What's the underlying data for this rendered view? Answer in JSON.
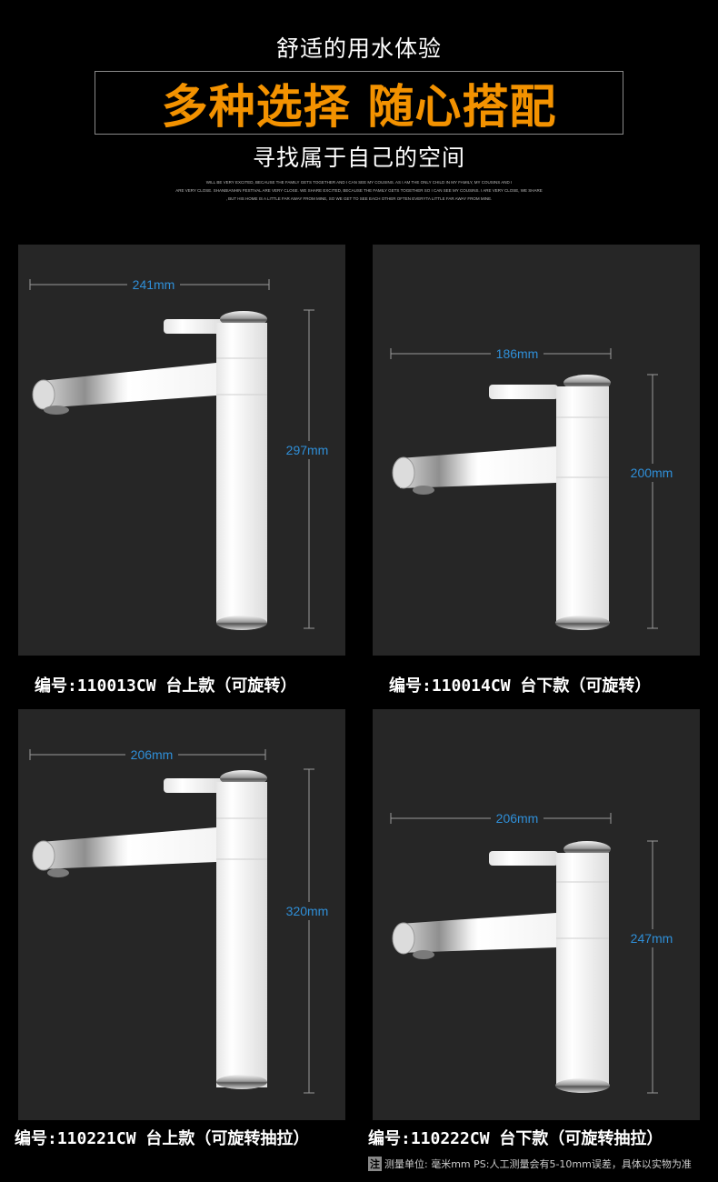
{
  "header": {
    "top_line": "舒适的用水体验",
    "main_title": "多种选择  随心搭配",
    "subtitle": "寻找属于自己的空间",
    "fine_text": [
      "WILL BE VERY EXCITED, BECAUSE THE FAMILY GETS TOGETHER AND I CAN SEE MY COUSINS. AS I AM THE ONLY CHILD IN MY FAMILY, MY COUSINS AND I",
      "ARE VERY CLOSE. SHANBIANHIN FESTIVAL ARE VERY CLOSE. WE SHARE EXCITED, BECAUSE THE FAMILY GETS TOGETHER SO I CAN SEE MY COUSINS. I ARE VERY CLOSE, WE SHARE",
      ", BUT HIS HOME IS A LITTLE FAR AWAY FROM MINE, SO WE GET TO SEE EACH OTHER OFTEN EVERYTA LITTLE FAR AWAY FROM MINE."
    ]
  },
  "products": [
    {
      "width_label": "241mm",
      "height_label": "297mm",
      "caption": "编号:110013CW  台上款（可旋转）"
    },
    {
      "width_label": "186mm",
      "height_label": "200mm",
      "caption": "编号:110014CW  台下款（可旋转）"
    },
    {
      "width_label": "206mm",
      "height_label": "320mm",
      "caption": "编号:110221CW  台上款（可旋转抽拉）"
    },
    {
      "width_label": "206mm",
      "height_label": "247mm",
      "caption": "编号:110222CW  台下款（可旋转抽拉）"
    }
  ],
  "footer": {
    "tag": "注",
    "note": "测量单位: 毫米mm  PS:人工测量会有5-10mm误差，具体以实物为准"
  },
  "colors": {
    "accent": "#f39200",
    "dimension": "#2f8fd8",
    "panel": "#262626"
  }
}
